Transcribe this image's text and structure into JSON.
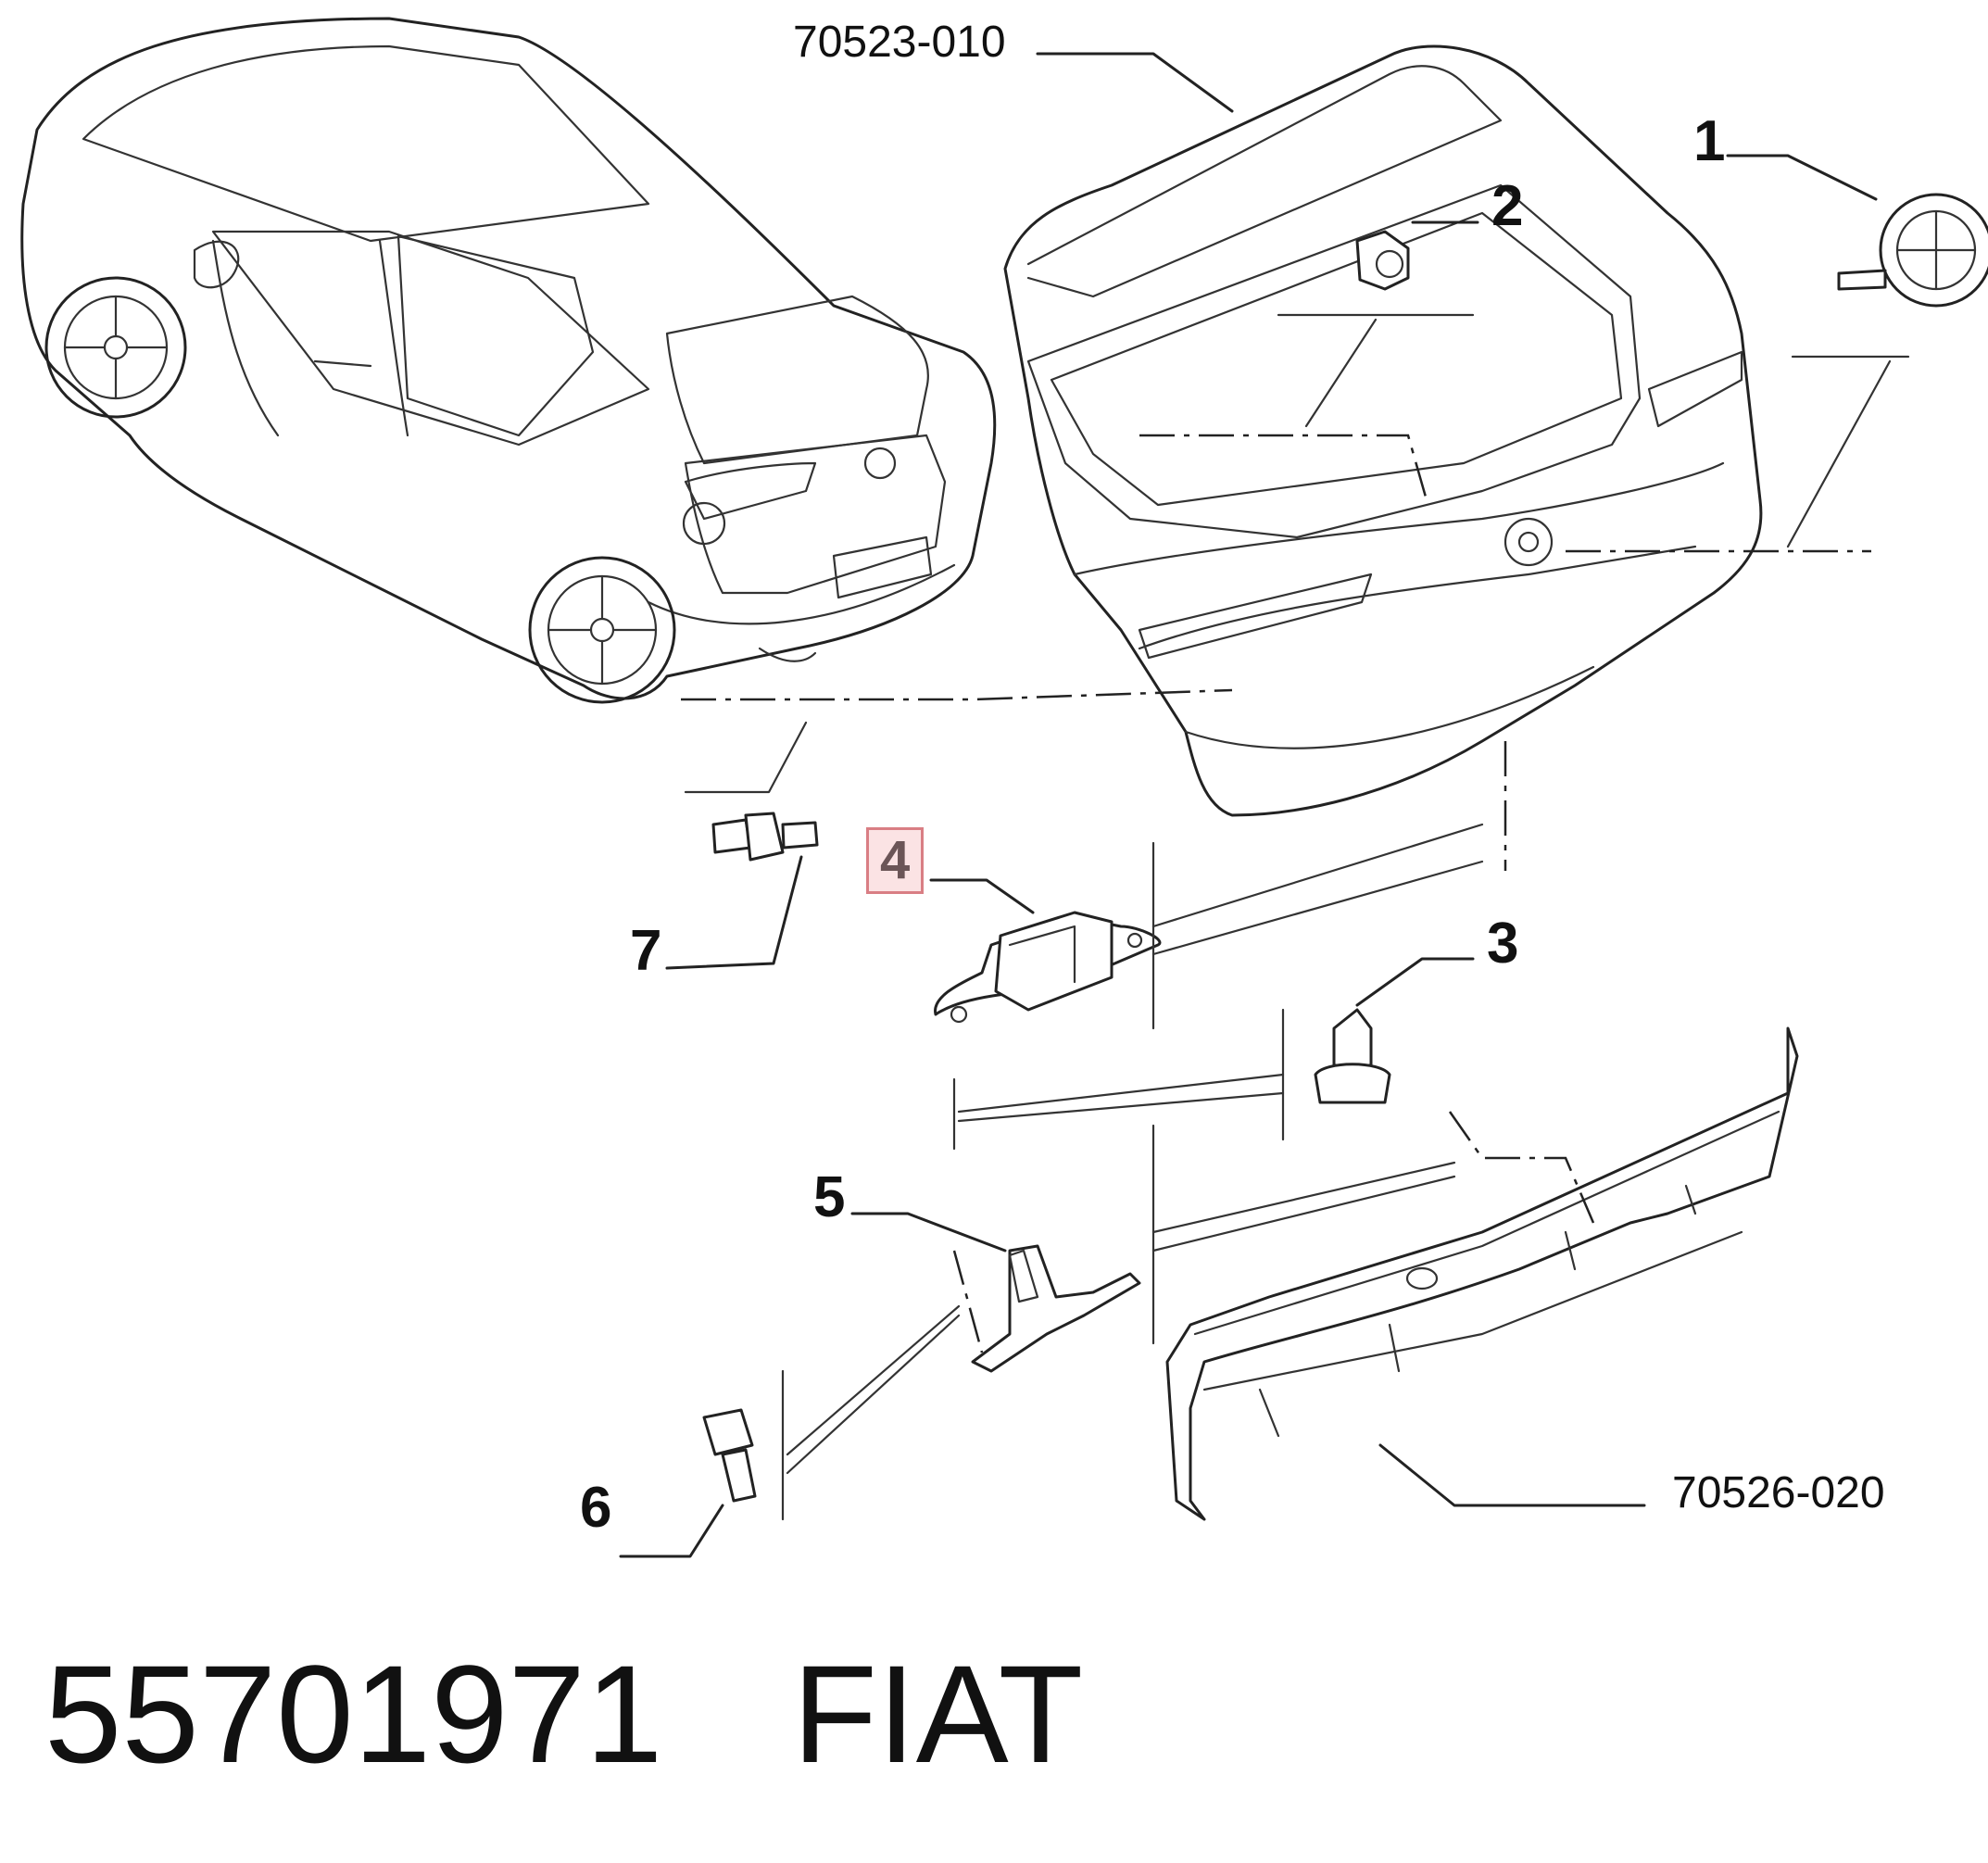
{
  "diagram": {
    "callouts": {
      "c1": "1",
      "c2": "2",
      "c3": "3",
      "c4": "4",
      "c5": "5",
      "c6": "6",
      "c7": "7"
    },
    "references": {
      "tailgate": "70523-010",
      "trim_panel": "70526-020"
    },
    "highlight_color": "#fbe3e4",
    "highlight_border": "#d97e84"
  },
  "footer": {
    "part_number": "55701971",
    "brand": "FIAT"
  }
}
